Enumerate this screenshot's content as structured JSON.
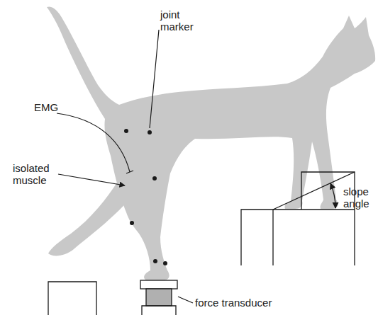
{
  "diagram": {
    "labels": [
      "joint marker",
      "EMG",
      "isolated muscle",
      "force transducer",
      "slope angle"
    ]
  }
}
